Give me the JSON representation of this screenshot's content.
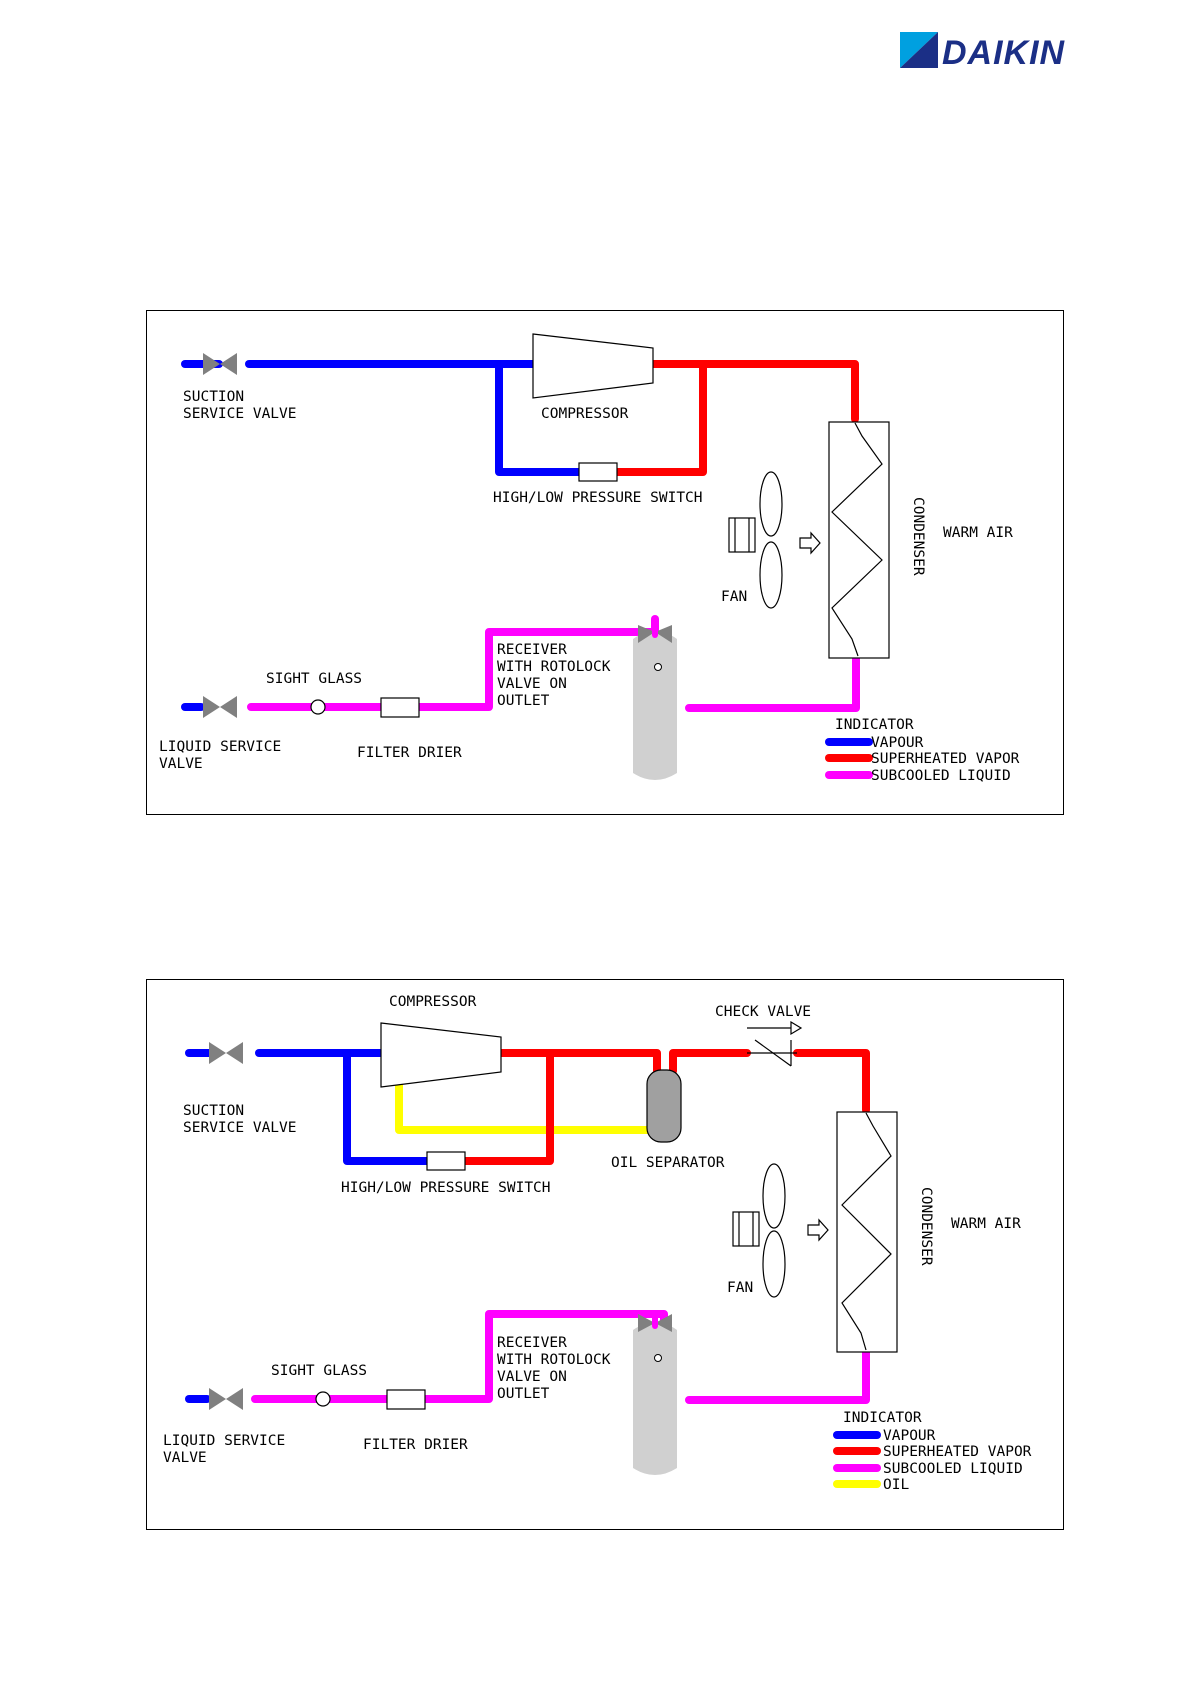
{
  "brand": {
    "name": "DAIKIN",
    "colors": {
      "navy": "#1b2f86",
      "cyan": "#00a0e0"
    }
  },
  "colors": {
    "vapour": "#0000ff",
    "superheated": "#ff0000",
    "subcooled": "#ff00ff",
    "oil": "#ffff00",
    "valve_gray": "#808080",
    "receiver_gray": "#d0d0d0"
  },
  "diagram1": {
    "suction_valve": [
      "SUCTION",
      "SERVICE VALVE"
    ],
    "compressor": "COMPRESSOR",
    "pressure_switch": "HIGH/LOW PRESSURE SWITCH",
    "condenser": "CONDENSER",
    "warm_air": "WARM AIR",
    "fan": "FAN",
    "sight_glass": "SIGHT GLASS",
    "receiver": [
      "RECEIVER",
      "WITH ROTOLOCK",
      "VALVE ON",
      "OUTLET"
    ],
    "liquid_valve": [
      "LIQUID SERVICE",
      "VALVE"
    ],
    "filter_drier": "FILTER DRIER",
    "indicator": {
      "title": "INDICATOR",
      "items": [
        {
          "label": "VAPOUR",
          "color": "#0000ff"
        },
        {
          "label": "SUPERHEATED VAPOR",
          "color": "#ff0000"
        },
        {
          "label": "SUBCOOLED LIQUID",
          "color": "#ff00ff"
        }
      ]
    }
  },
  "diagram2": {
    "compressor": "COMPRESSOR",
    "check_valve": "CHECK VALVE",
    "suction_valve": [
      "SUCTION",
      "SERVICE VALVE"
    ],
    "oil_separator": "OIL SEPARATOR",
    "pressure_switch": "HIGH/LOW PRESSURE SWITCH",
    "condenser": "CONDENSER",
    "warm_air": "WARM AIR",
    "fan": "FAN",
    "sight_glass": "SIGHT GLASS",
    "receiver": [
      "RECEIVER",
      "WITH ROTOLOCK",
      "VALVE ON",
      "OUTLET"
    ],
    "liquid_valve": [
      "LIQUID SERVICE",
      "VALVE"
    ],
    "filter_drier": "FILTER DRIER",
    "indicator": {
      "title": "INDICATOR",
      "items": [
        {
          "label": "VAPOUR",
          "color": "#0000ff"
        },
        {
          "label": "SUPERHEATED VAPOR",
          "color": "#ff0000"
        },
        {
          "label": "SUBCOOLED LIQUID",
          "color": "#ff00ff"
        },
        {
          "label": "OIL",
          "color": "#ffff00"
        }
      ]
    }
  }
}
